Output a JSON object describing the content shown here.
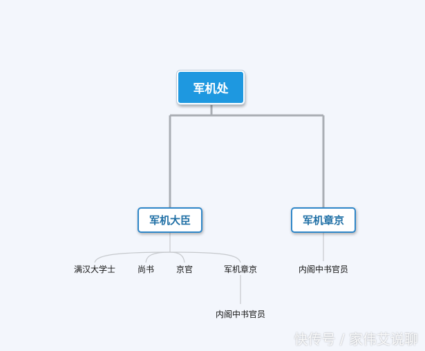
{
  "diagram": {
    "root": {
      "label": "军机处"
    },
    "level1": [
      {
        "label": "军机大臣"
      },
      {
        "label": "军机章京"
      }
    ],
    "left_children": [
      {
        "label": "满汉大学士"
      },
      {
        "label": "尚书"
      },
      {
        "label": "京官"
      },
      {
        "label": "军机章京"
      }
    ],
    "left_grandchild": {
      "label": "内阁中书官员"
    },
    "right_children": [
      {
        "label": "内阁中书官员"
      }
    ],
    "colors": {
      "root_fill": "#1e98e0",
      "box_border": "#2e86c8",
      "box_text": "#1f6fa5",
      "trunk_line": "#a9adb3",
      "leaf_line": "#c5c8cc",
      "background": "#f3f6fc"
    }
  },
  "watermark": {
    "text": "快传号 / 家伟艾说聊"
  }
}
